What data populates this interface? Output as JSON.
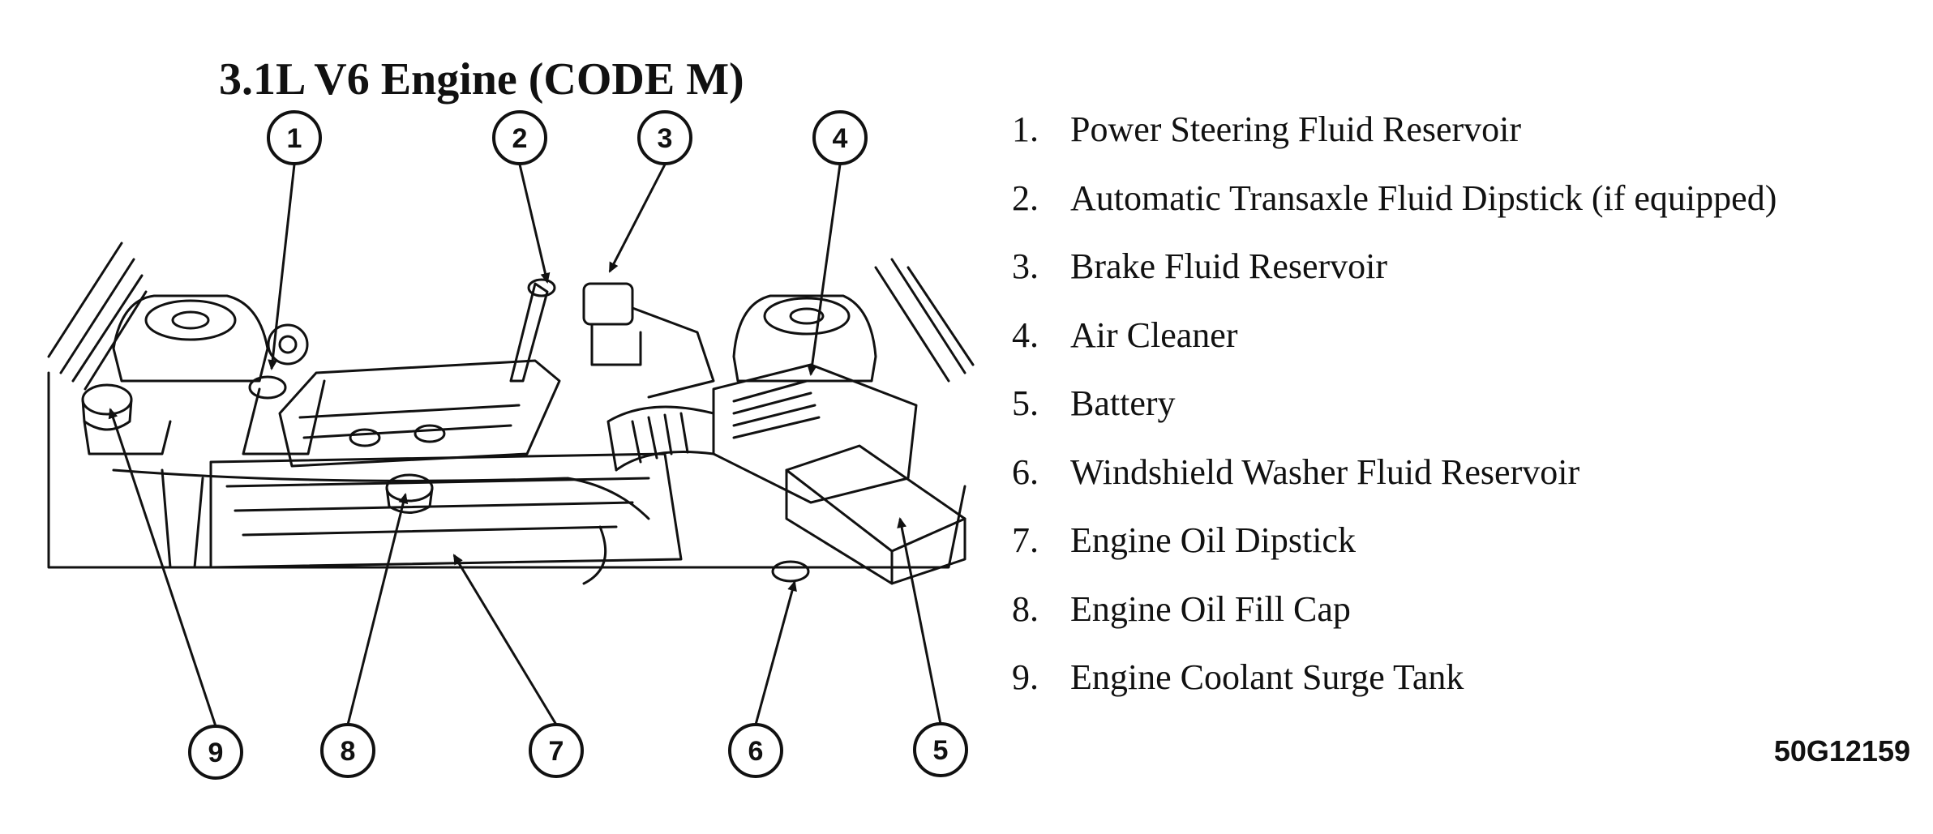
{
  "title": "3.1L V6 Engine (CODE M)",
  "figure_code": "50G12159",
  "legend": [
    {
      "num": "1.",
      "label": "Power Steering Fluid Reservoir"
    },
    {
      "num": "2.",
      "label": "Automatic Transaxle Fluid Dipstick (if equipped)"
    },
    {
      "num": "3.",
      "label": "Brake Fluid Reservoir"
    },
    {
      "num": "4.",
      "label": "Air Cleaner"
    },
    {
      "num": "5.",
      "label": "Battery"
    },
    {
      "num": "6.",
      "label": "Windshield Washer Fluid Reservoir"
    },
    {
      "num": "7.",
      "label": "Engine Oil Dipstick"
    },
    {
      "num": "8.",
      "label": "Engine Oil Fill Cap"
    },
    {
      "num": "9.",
      "label": "Engine Coolant Surge Tank"
    }
  ],
  "callouts": [
    "1",
    "2",
    "3",
    "4",
    "5",
    "6",
    "7",
    "8",
    "9"
  ]
}
